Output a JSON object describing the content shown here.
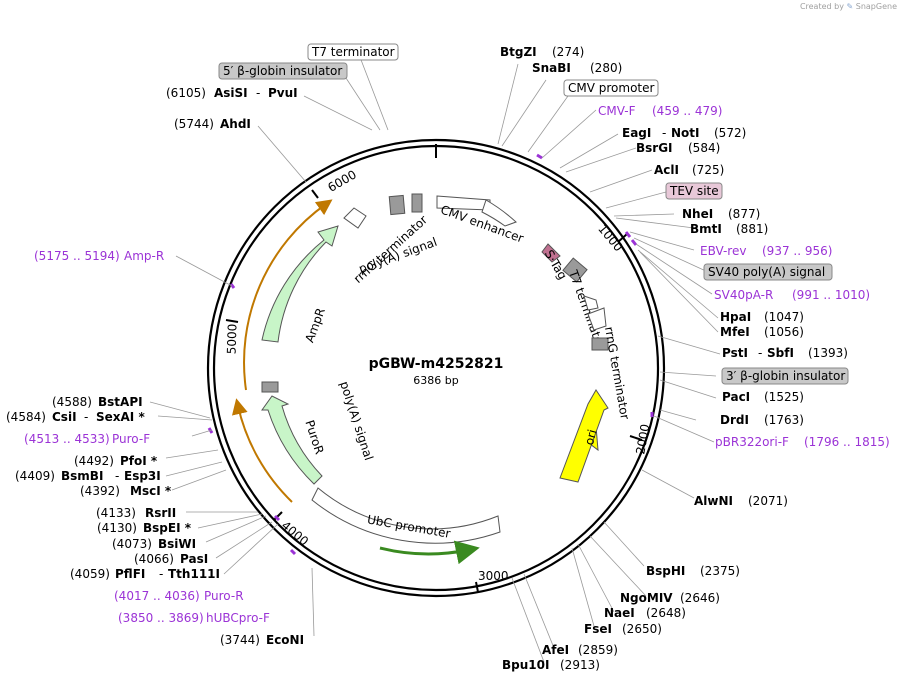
{
  "credit": {
    "prefix": "Created by",
    "brand": "SnapGene"
  },
  "plasmid": {
    "name": "pGBW-m4252821",
    "length_label": "6386 bp",
    "length": 6386
  },
  "colors": {
    "primer": "#9b33d6",
    "backbone": "#000000",
    "amp": "#c8f5c8",
    "ori": "#ffff00",
    "label_box_gray": "#c8c8c8",
    "label_box_pink": "#e8c8d8",
    "orf_outline": "#c07800"
  },
  "ticks": [
    "1000",
    "2000",
    "3000",
    "4000",
    "5000",
    "6000"
  ],
  "labels": {
    "t7_term": "T7 terminator",
    "beta_ins": "5′ β-globin insulator",
    "cmv_prom": "CMV promoter",
    "tev": "TEV site",
    "sv40pa": "SV40 poly(A) signal",
    "beta3_ins": "3′ β-globin insulator"
  },
  "sites": [
    {
      "pos": "(274)",
      "name": "BtgZI"
    },
    {
      "pos": "(280)",
      "name": "SnaBI"
    },
    {
      "pos": "(572)",
      "name": "EagI",
      "name2": "NotI"
    },
    {
      "pos": "(584)",
      "name": "BsrGI"
    },
    {
      "pos": "(725)",
      "name": "AclI"
    },
    {
      "pos": "(877)",
      "name": "NheI"
    },
    {
      "pos": "(881)",
      "name": "BmtI"
    },
    {
      "pos": "(1047)",
      "name": "HpaI"
    },
    {
      "pos": "(1056)",
      "name": "MfeI"
    },
    {
      "pos": "(1393)",
      "name": "PstI",
      "name2": "SbfI"
    },
    {
      "pos": "(1525)",
      "name": "PacI"
    },
    {
      "pos": "(1763)",
      "name": "DrdI"
    },
    {
      "pos": "(2071)",
      "name": "AlwNI"
    },
    {
      "pos": "(2375)",
      "name": "BspHI"
    },
    {
      "pos": "(2646)",
      "name": "NgoMIV"
    },
    {
      "pos": "(2648)",
      "name": "NaeI"
    },
    {
      "pos": "(2650)",
      "name": "FseI"
    },
    {
      "pos": "(2859)",
      "name": "AfeI"
    },
    {
      "pos": "(2913)",
      "name": "Bpu10I"
    },
    {
      "pos": "(3744)",
      "name": "EcoNI"
    },
    {
      "pos": "(4059)",
      "name": "PflFI",
      "name2": "Tth111I"
    },
    {
      "pos": "(4066)",
      "name": "PasI"
    },
    {
      "pos": "(4073)",
      "name": "BsiWI"
    },
    {
      "pos": "(4130)",
      "name": "BspEI *"
    },
    {
      "pos": "(4133)",
      "name": "RsrII"
    },
    {
      "pos": "(4392)",
      "name": "MscI *"
    },
    {
      "pos": "(4409)",
      "name": "BsmBI",
      "name2": "Esp3I"
    },
    {
      "pos": "(4492)",
      "name": "PfoI *"
    },
    {
      "pos": "(4584)",
      "name": "CsiI",
      "name2": "SexAI *"
    },
    {
      "pos": "(4588)",
      "name": "BstAPI"
    },
    {
      "pos": "(5744)",
      "name": "AhdI"
    },
    {
      "pos": "(6105)",
      "name": "AsiSI",
      "name2": "PvuI"
    }
  ],
  "primers": [
    {
      "name": "CMV-F",
      "range": "(459 .. 479)"
    },
    {
      "name": "EBV-rev",
      "range": "(937 .. 956)"
    },
    {
      "name": "SV40pA-R",
      "range": "(991 .. 1010)"
    },
    {
      "name": "pBR322ori-F",
      "range": "(1796 .. 1815)"
    },
    {
      "name": "Amp-R",
      "range": "(5175 .. 5194)"
    },
    {
      "name": "Puro-F",
      "range": "(4513 .. 4533)"
    },
    {
      "name": "Puro-R",
      "range": "(4017 .. 4036)"
    },
    {
      "name": "hUBCpro-F",
      "range": "(3850 .. 3869)"
    }
  ],
  "features": {
    "cmv_enhancer": "CMV enhancer",
    "polya_top": "poly(A) signal",
    "rrng_top": "rrnG terminator",
    "stag": "S·Tag",
    "t7_term_inner": "T7 terminator",
    "rrng_right": "rrnG terminator",
    "ori": "ori",
    "ampr": "AmpR",
    "polya_left": "poly(A) signal",
    "puror": "PuroR",
    "ubc": "UbC promoter"
  }
}
